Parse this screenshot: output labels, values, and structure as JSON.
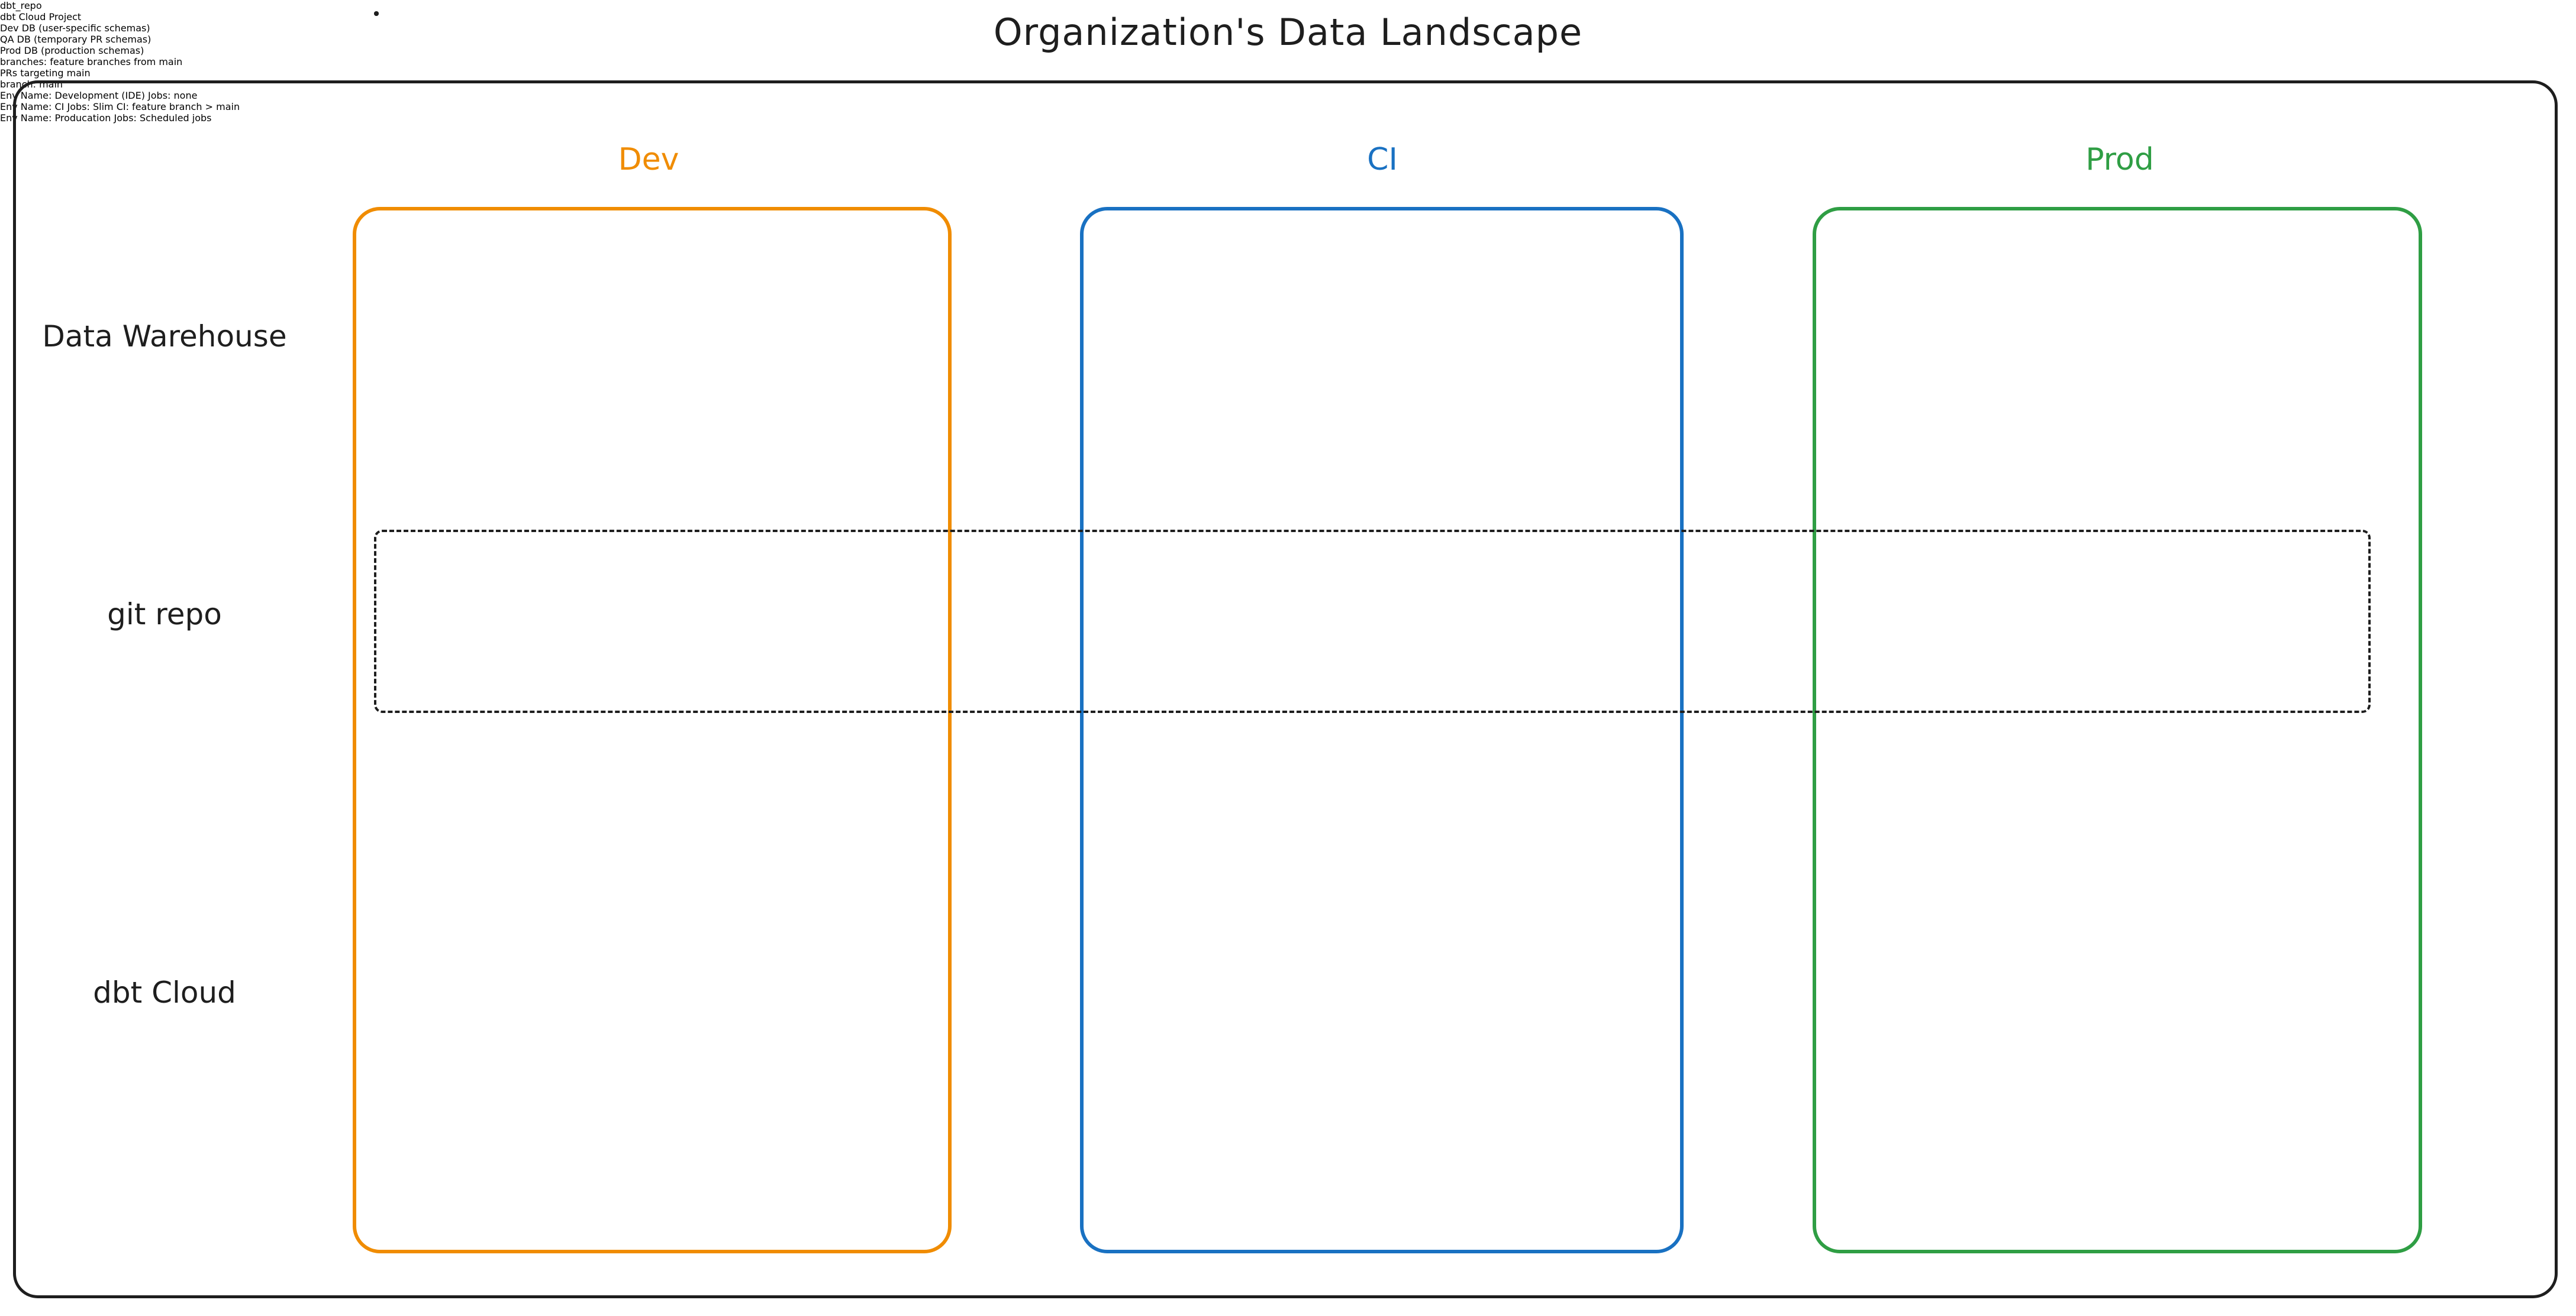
{
  "title": "Organization's Data Landscape",
  "colors": {
    "dev": "#f08c00",
    "ci": "#1971c2",
    "prod": "#2f9e44",
    "stroke": "#1e1e1e",
    "background": "#ffffff"
  },
  "row_labels": {
    "data_warehouse_line1": "Data",
    "data_warehouse_line2": "Warehouse",
    "git_repo": "git repo",
    "dbt_cloud": "dbt Cloud"
  },
  "environments": {
    "dev": {
      "header": "Dev"
    },
    "ci": {
      "header": "CI"
    },
    "prod": {
      "header": "Prod"
    }
  },
  "groups": {
    "git_repo_label": "dbt_repo",
    "dbt_cloud_label": "dbt Cloud Project"
  },
  "data_warehouse": {
    "dev": {
      "line1": "Dev DB",
      "line2": "(user-specific schemas)"
    },
    "ci": {
      "line1": "QA DB",
      "line2": "(temporary PR schemas)"
    },
    "prod": {
      "line1": "Prod DB",
      "line2": "(production schemas)"
    }
  },
  "git_repo": {
    "dev": {
      "line1": "branches:",
      "line2": "feature branches from main"
    },
    "ci": {
      "line1": "PRs targeting main",
      "line2": ""
    },
    "prod": {
      "line1": "branch: main",
      "line2": ""
    }
  },
  "dbt_cloud": {
    "dev": {
      "env_label": "Env Name:",
      "env_value": "Development (IDE)",
      "jobs_label": "Jobs:",
      "jobs_value": "none"
    },
    "ci": {
      "env_label": "Env Name:",
      "env_value": "CI",
      "jobs_label": "Jobs:",
      "jobs_value": "Slim CI: feature branch > main"
    },
    "prod": {
      "env_label": "Env Name:",
      "env_value": "Producation",
      "jobs_label": "Jobs:",
      "jobs_value": "Scheduled jobs"
    }
  }
}
